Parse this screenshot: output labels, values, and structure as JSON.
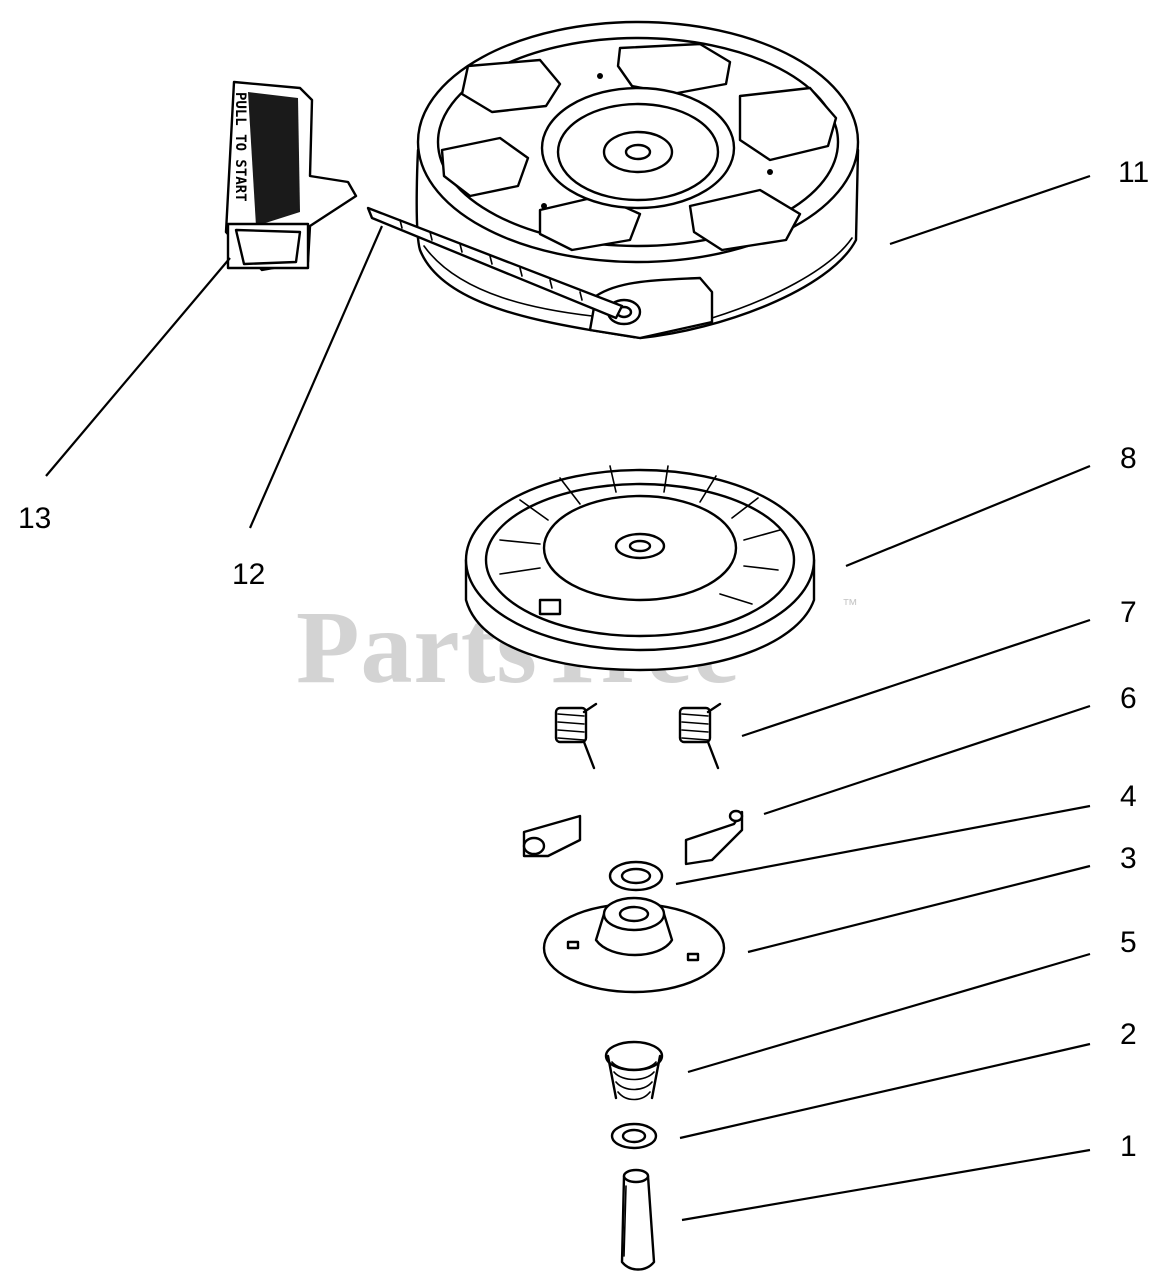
{
  "watermark": {
    "text": "PartsTree",
    "trademark": "™"
  },
  "handle_label": "PULL TO START",
  "callouts": [
    {
      "id": "11",
      "label": "11"
    },
    {
      "id": "8",
      "label": "8"
    },
    {
      "id": "7",
      "label": "7"
    },
    {
      "id": "6",
      "label": "6"
    },
    {
      "id": "4",
      "label": "4"
    },
    {
      "id": "3",
      "label": "3"
    },
    {
      "id": "5",
      "label": "5"
    },
    {
      "id": "2",
      "label": "2"
    },
    {
      "id": "1",
      "label": "1"
    },
    {
      "id": "13",
      "label": "13"
    },
    {
      "id": "12",
      "label": "12"
    }
  ]
}
